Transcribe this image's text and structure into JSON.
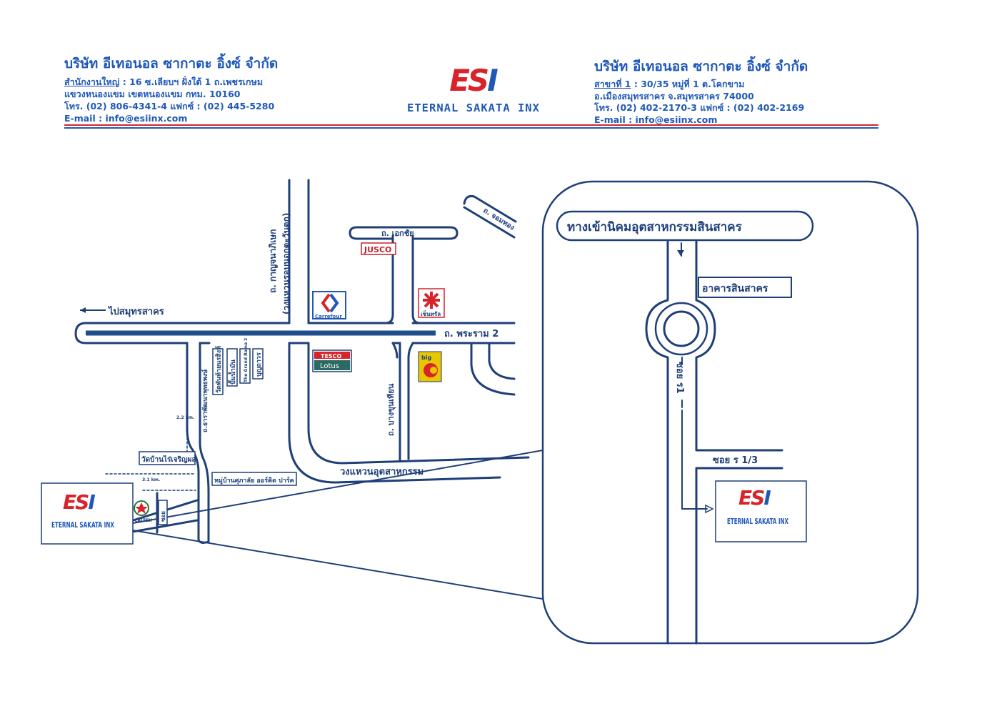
{
  "header_left": {
    "company_name": "บริษัท อีเทอนอล ซากาตะ อิ้งซ์ จำกัด",
    "office_label": "สำนักงานใหญ่",
    "office_address": " : 16 ซ.เลียบฯ ฝั่งใต้ 1 ถ.เพชรเกษม",
    "address_line2": "แขวงหนองแขม เขตหนองแขม กทม. 10160",
    "phone_line": "โทร. (02) 806-4341-4 แฟกซ์ : (02) 445-5280",
    "email_line": "E-mail : info@esiinx.com"
  },
  "header_right": {
    "company_name": "บริษัท อีเทอนอล ซากาตะ อิ้งซ์ จำกัด",
    "branch_label": "สาขาที่ 1",
    "branch_address": " : 30/35 หมู่ที่ 1 ต.โคกขาม",
    "address_line2": "อ.เมืองสมุทรสาคร จ.สมุทรสาคร 74000",
    "phone_line": "โทร. (02) 402-2170-3 แฟกซ์ : (02) 402-2169",
    "email_line": "E-mail : info@esiinx.com"
  },
  "logo": {
    "mark_e": "E",
    "mark_s": "S",
    "mark_i": "I",
    "company_text": "ETERNAL SAKATA INX"
  },
  "colors": {
    "brand_blue": "#1f58b8",
    "brand_red": "#d8232a",
    "road_line": "#1e3f78",
    "road_center": "#1f4e8c"
  },
  "map": {
    "to_samut_sakhon": "ไปสมุทรสาคร",
    "rama2_road": "ถ. พระราม 2",
    "kanchanaphisek_road": "ถ. กาญจนาภิเษก",
    "outer_ring_road": "(วงแหวนรอบนอกตะวันตก)",
    "ekachai_road": "ถ. เอกชัย",
    "chom_thong_road": "ถ. จอมทอง",
    "bang_khun_thian_road": "ถ. บางขุนเทียน",
    "industrial_ring_road": "วงแหวนอุตสาหกรรม",
    "jusco": "JUSCO",
    "carrefour": "Carrefour",
    "seri_center": "เซ็นทรัล",
    "tesco": "TESCO",
    "lotus": "Lotus",
    "big_c": "big",
    "wat_road": "ถ.ธาราพัฒนาพุทธพงษ์",
    "wat_name": "วัดพันท้ายนรสิงห์",
    "market": "ปั๊มน้ำมัน",
    "grand_rama": "The Grand Rama 2",
    "temple2": "บุญถาวร",
    "distance_22": "2.2 km.",
    "distance_31": "3.1 km.",
    "wat_rai": "วัดบ้านไร่เจริญผล",
    "village": "หมู่บ้านศุภาลัย ออร์คิด ปาร์ค",
    "caltex": "CALTEX",
    "soi_small": "ซอย",
    "logo_name": "ETERNAL SAKATA INX"
  },
  "inset": {
    "entrance": "ทางเข้านิคมอุตสาหกรรมสินสาคร",
    "building": "อาคารสินสาคร",
    "soi_road": "ซอย ร1",
    "soi_sub": "ซอย ร 1/3",
    "logo_name": "ETERNAL SAKATA INX"
  }
}
